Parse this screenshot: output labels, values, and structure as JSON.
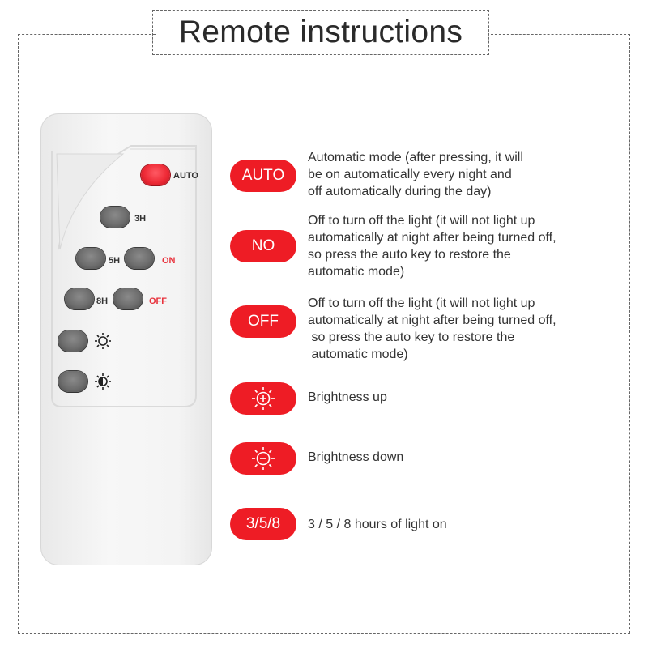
{
  "title": "Remote instructions",
  "remote": {
    "auto_label": "AUTO",
    "h3_label": "3H",
    "h5_label": "5H",
    "on_label": "ON",
    "h8_label": "8H",
    "off_label": "OFF"
  },
  "items": [
    {
      "badge": "AUTO",
      "text": "Automatic mode (after pressing, it will\nbe on automatically every night and\noff automatically during the day)"
    },
    {
      "badge": "NO",
      "text": "Off to turn off the light (it will not light up\nautomatically at night after being turned off,\nso press the auto key to restore the\nautomatic mode)"
    },
    {
      "badge": "OFF",
      "text": "Off to turn off the light (it will not light up\nautomatically at night after being turned off,\n so press the auto key to restore the\n automatic mode)"
    },
    {
      "badge_icon": "brightness-up-icon",
      "text": "Brightness up"
    },
    {
      "badge_icon": "brightness-down-icon",
      "text": "Brightness down"
    },
    {
      "badge": "3/5/8",
      "text": "3 / 5 / 8 hours of light on"
    }
  ],
  "colors": {
    "accent": "#ee1c25",
    "text": "#333333",
    "remote_body": "#f2f2f2"
  }
}
